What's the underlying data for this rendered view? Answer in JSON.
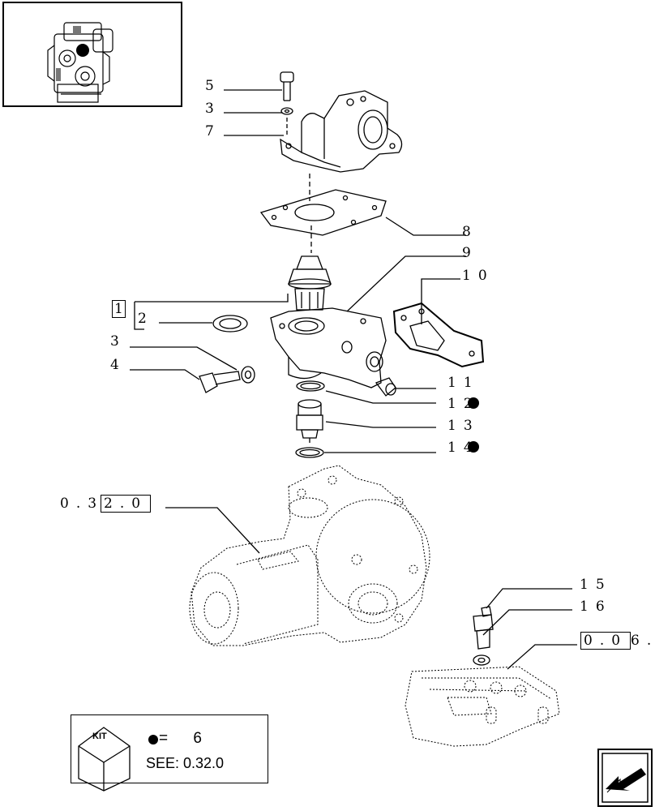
{
  "diagram": {
    "callouts": [
      {
        "id": "c5",
        "text": "5"
      },
      {
        "id": "c3a",
        "text": "3"
      },
      {
        "id": "c7",
        "text": "7"
      },
      {
        "id": "c8",
        "text": "8"
      },
      {
        "id": "c9",
        "text": "9"
      },
      {
        "id": "c10",
        "text": "10"
      },
      {
        "id": "c1",
        "text": "1"
      },
      {
        "id": "c2",
        "text": "2"
      },
      {
        "id": "c3b",
        "text": "3"
      },
      {
        "id": "c4",
        "text": "4"
      },
      {
        "id": "c11",
        "text": "11"
      },
      {
        "id": "c12",
        "text": "12"
      },
      {
        "id": "c13",
        "text": "13"
      },
      {
        "id": "c14",
        "text": "14"
      },
      {
        "id": "c15",
        "text": "15"
      },
      {
        "id": "c16",
        "text": "16"
      }
    ],
    "refs": {
      "pump_ref_prefix": "0.3",
      "pump_ref_boxed": "2.0",
      "manifold_ref_boxed": "0.0",
      "manifold_ref_suffix": "6."
    }
  },
  "legend": {
    "kit_label": "KIT",
    "equals": "=",
    "quantity": "6",
    "see_text": "SEE: 0.32.0"
  },
  "colors": {
    "ink": "#000000",
    "paper": "#ffffff",
    "marker": "#000000"
  },
  "icons": {
    "nav": "arrow-down-left-icon",
    "kit": "kit-cube-icon",
    "marker": "filled-dot-icon"
  }
}
